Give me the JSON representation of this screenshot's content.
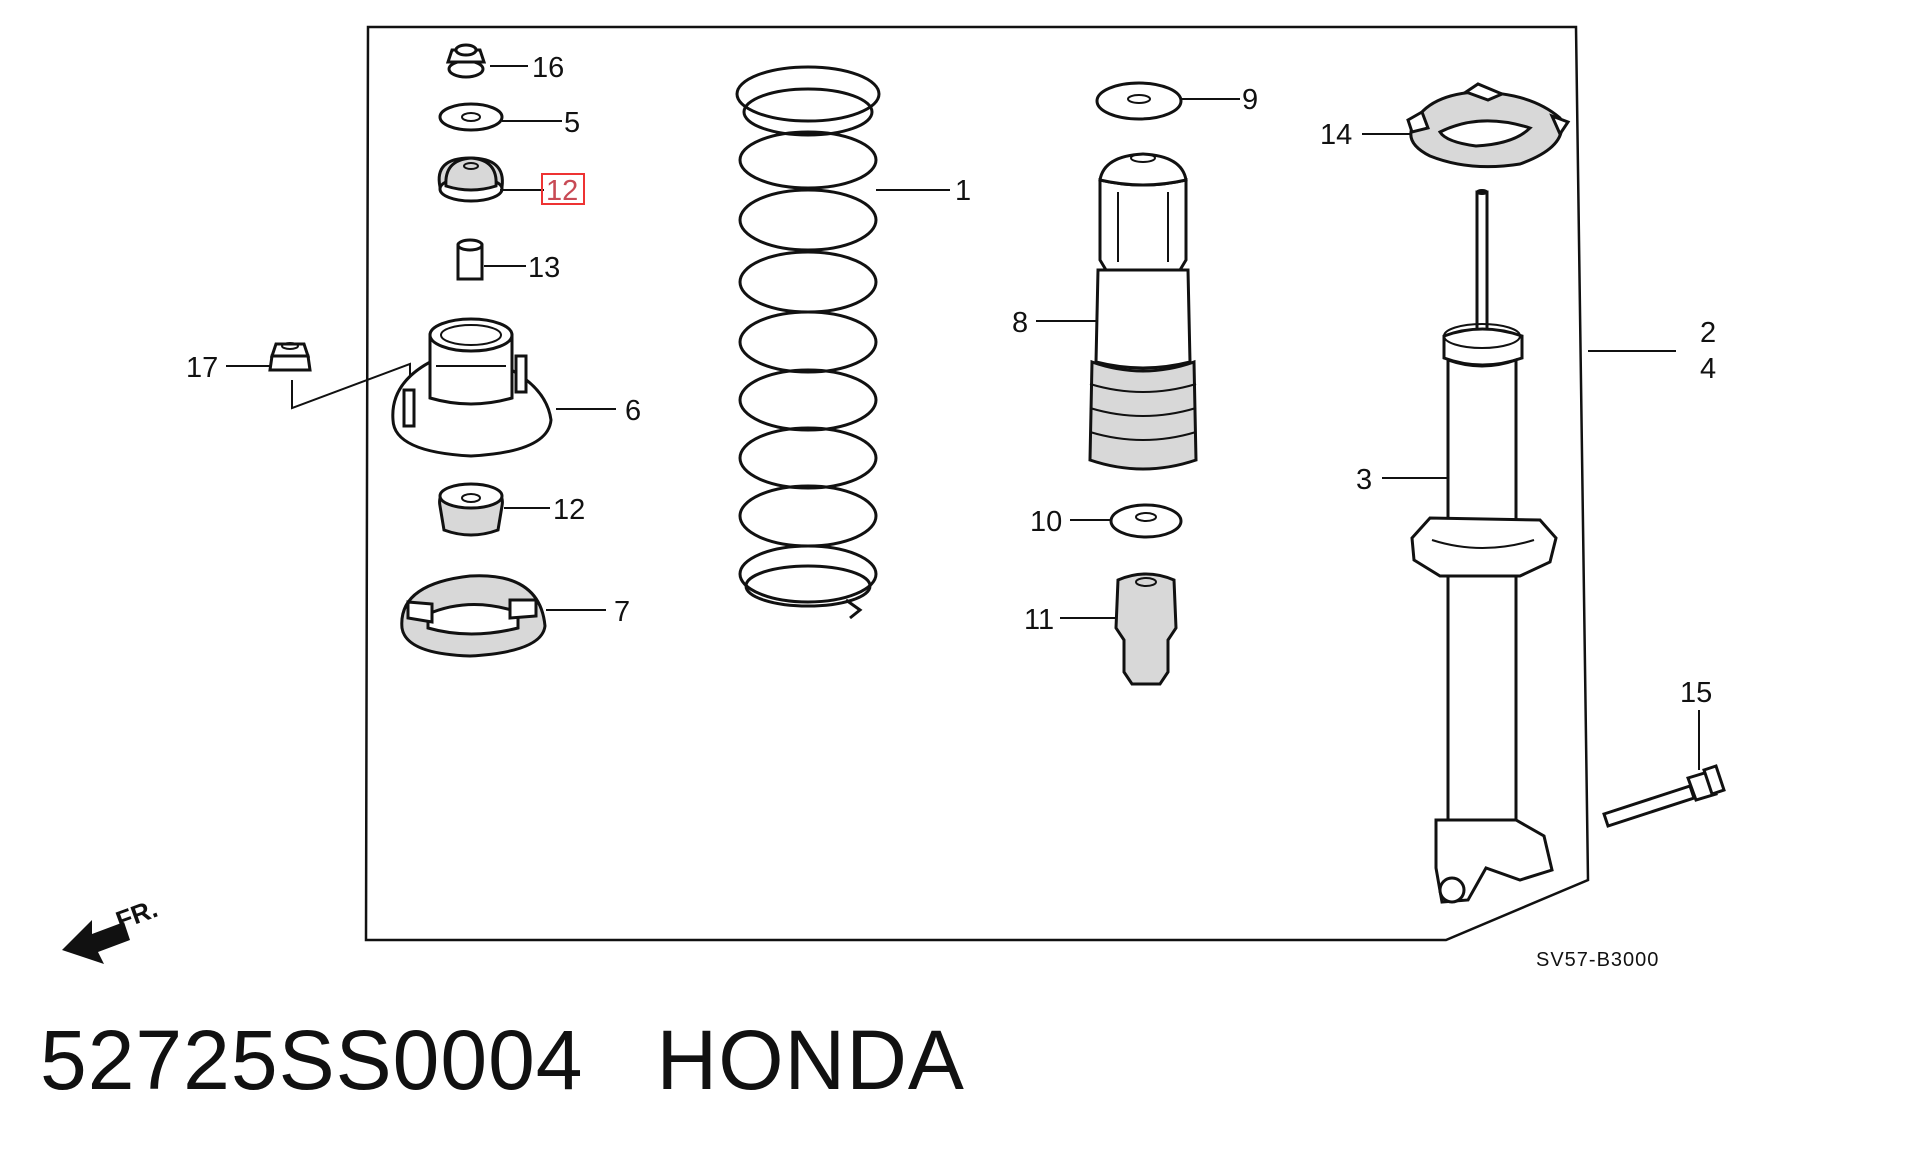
{
  "diagram": {
    "callouts": {
      "c1": "1",
      "c2": "2",
      "c3": "3",
      "c4": "4",
      "c5": "5",
      "c6": "6",
      "c7": "7",
      "c8": "8",
      "c9": "9",
      "c10": "10",
      "c11": "11",
      "c12_top": "12",
      "c12_bottom": "12",
      "c13": "13",
      "c14": "14",
      "c15": "15",
      "c16": "16",
      "c17": "17"
    },
    "highlighted_callout": "12",
    "highlight_color": "#e33333",
    "direction_label": "FR.",
    "diagram_code": "SV57-B3000"
  },
  "caption": {
    "part_number": "52725SS0004",
    "brand": "HONDA"
  }
}
